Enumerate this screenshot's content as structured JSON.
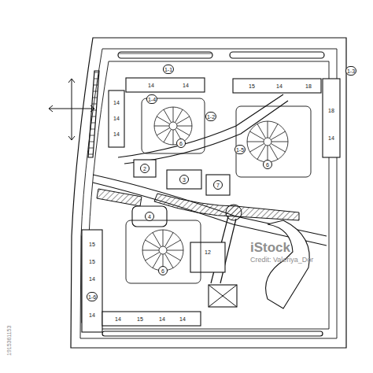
{
  "diagram": {
    "labels": [
      "1-1",
      "14",
      "14",
      "1-4",
      "14",
      "1-3",
      "15",
      "14",
      "18",
      "14",
      "1-2",
      "6",
      "6",
      "18",
      "14",
      "14",
      "2",
      "3",
      "7",
      "1-5",
      "4",
      "6",
      "15",
      "15",
      "12",
      "14",
      "14",
      "1-6",
      "14",
      "15",
      "14",
      "14",
      "iStock",
      "Credit: Valeriya_Dor",
      "1915361153"
    ]
  }
}
